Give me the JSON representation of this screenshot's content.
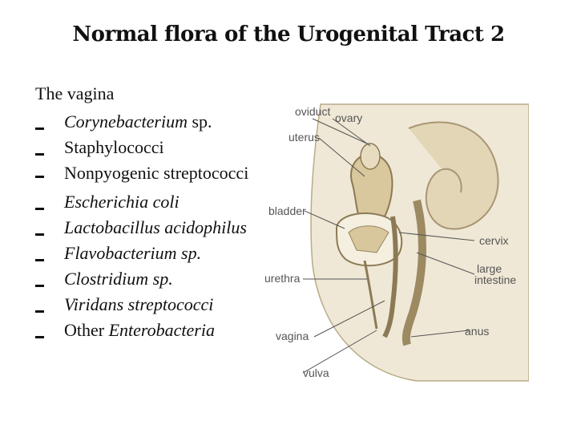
{
  "title": "Normal flora of the Urogenital Tract 2",
  "subtitle": "The vagina",
  "bullets": [
    {
      "main": "Corynebacterium",
      "suffix": " sp.",
      "style": "mixed"
    },
    {
      "text": "Staphylococci",
      "style": "normal"
    },
    {
      "text": "Nonpyogenic streptococci",
      "style": "normal"
    },
    {
      "text": "Escherichia coli",
      "style": "italic"
    },
    {
      "text": "Lactobacillus acidophilus",
      "style": "italic"
    },
    {
      "text": "Flavobacterium sp.",
      "style": "italic"
    },
    {
      "text": "Clostridium sp.",
      "style": "italic"
    },
    {
      "text": "Viridans streptococci",
      "style": "italic"
    },
    {
      "prefix": "Other ",
      "main": "Enterobacteria",
      "style": "mixed-prefix"
    }
  ],
  "diagram_labels": {
    "oviduct": "oviduct",
    "ovary": "ovary",
    "uterus": "uterus",
    "bladder": "bladder",
    "cervix": "cervix",
    "large": "large",
    "intestine": "intestine",
    "urethra": "urethra",
    "vagina": "vagina",
    "anus": "anus",
    "vulva": "vulva"
  }
}
